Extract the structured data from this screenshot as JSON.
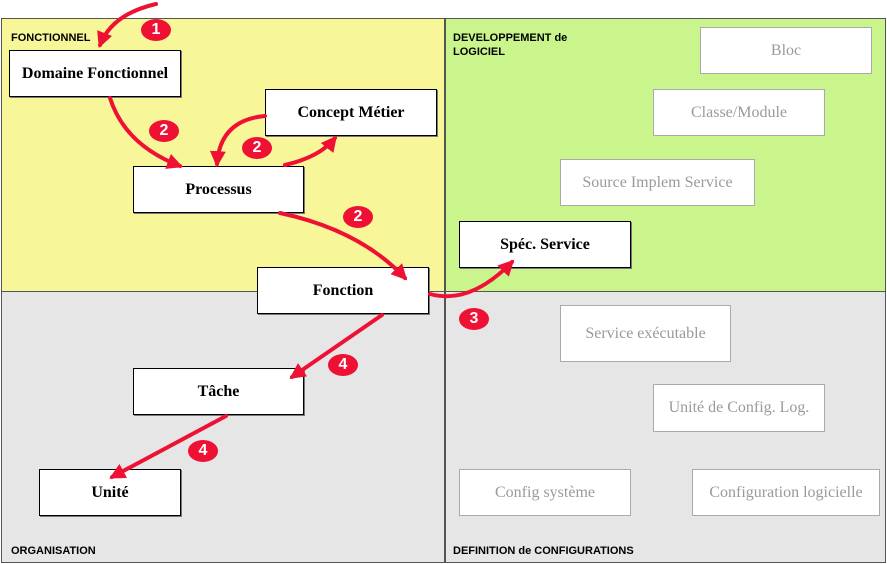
{
  "quadrants": {
    "fonctionnel": "FONCTIONNEL",
    "developpement": "DEVELOPPEMENT de LOGICIEL",
    "organisation": "ORGANISATION",
    "definition": "DEFINITION de CONFIGURATIONS"
  },
  "nodes": {
    "domaine_fonctionnel": "Domaine Fonctionnel",
    "concept_metier": "Concept Métier",
    "processus": "Processus",
    "fonction": "Fonction",
    "tache": "Tâche",
    "unite": "Unité",
    "bloc": "Bloc",
    "classe_module": "Classe/Module",
    "source_implem_service": "Source Implem Service",
    "spec_service": "Spéc. Service",
    "service_executable": "Service exécutable",
    "unite_config_log": "Unité de Config. Log.",
    "config_systeme": "Config système",
    "configuration_logicielle": "Configuration logicielle"
  },
  "steps": {
    "s1": "1",
    "s2a": "2",
    "s2b": "2",
    "s2c": "2",
    "s3": "3",
    "s4a": "4",
    "s4b": "4"
  },
  "colors": {
    "fonctionnel_bg": "#f7f79a",
    "developpement_bg": "#c9f58c",
    "grey_bg": "#e6e6e6",
    "arrow": "#ee1133"
  }
}
